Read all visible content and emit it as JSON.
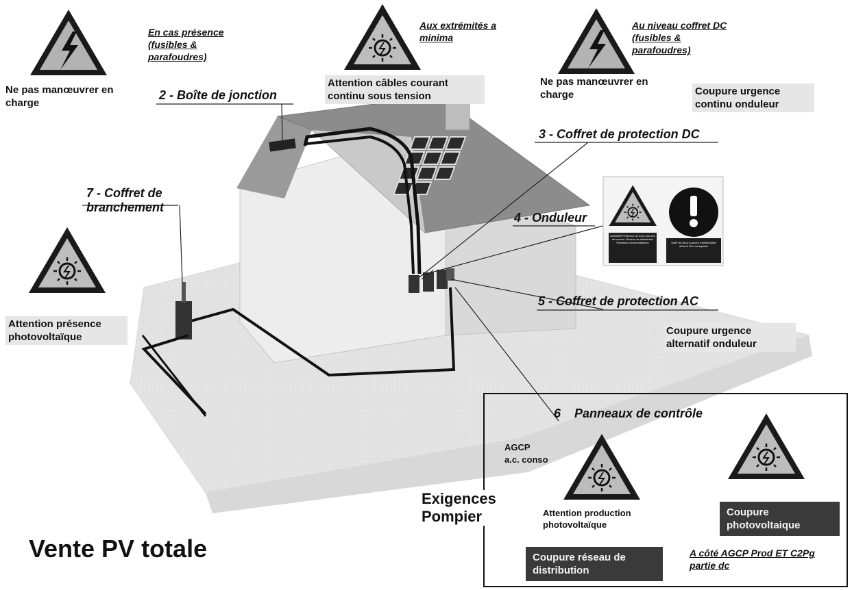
{
  "top": {
    "note_left": "En cas présence (fusibles & parafoudres)",
    "warn_left": "Ne pas manœuvrer en charge",
    "note_mid": "Aux extrémités a minima",
    "warn_mid": "Attention câbles courant continu sous tension",
    "note_right": "Au niveau coffret DC (fusibles & parafoudres)",
    "warn_right": "Ne pas manœuvrer en charge",
    "cut_dc": "Coupure urgence continu onduleur"
  },
  "components": {
    "c2": "2 - Boîte de jonction",
    "c3": "3 - Coffret de protection DC",
    "c4": "4 - Onduleur",
    "c5": "5 - Coffret de protection AC",
    "c6_num": "6",
    "c6": "Panneaux de contrôle",
    "c7": "7 - Coffret de branchement"
  },
  "left": {
    "warn_pv": "Attention présence photovoltaïque"
  },
  "right": {
    "cut_ac": "Coupure urgence alternatif onduleur",
    "sign_danger_text": "DANGER Présence de deux sources de tension: Réseau de distribution Panneaux photovoltaïques",
    "sign_info_text": "Toute les deux sources d'alimentation doivent être consignées"
  },
  "panel": {
    "agcp": "AGCP",
    "agcp_sub": "a.c. conso",
    "exigences": "Exigences Pompier",
    "attention_prod": "Attention production photovoltaïque",
    "coupure_reseau": "Coupure réseau de distribution",
    "coupure_pv": "Coupure photovoltaique",
    "note_bottom": "A côté AGCP Prod ET C2Pg partie dc"
  },
  "footer": {
    "title": "Vente PV totale"
  }
}
